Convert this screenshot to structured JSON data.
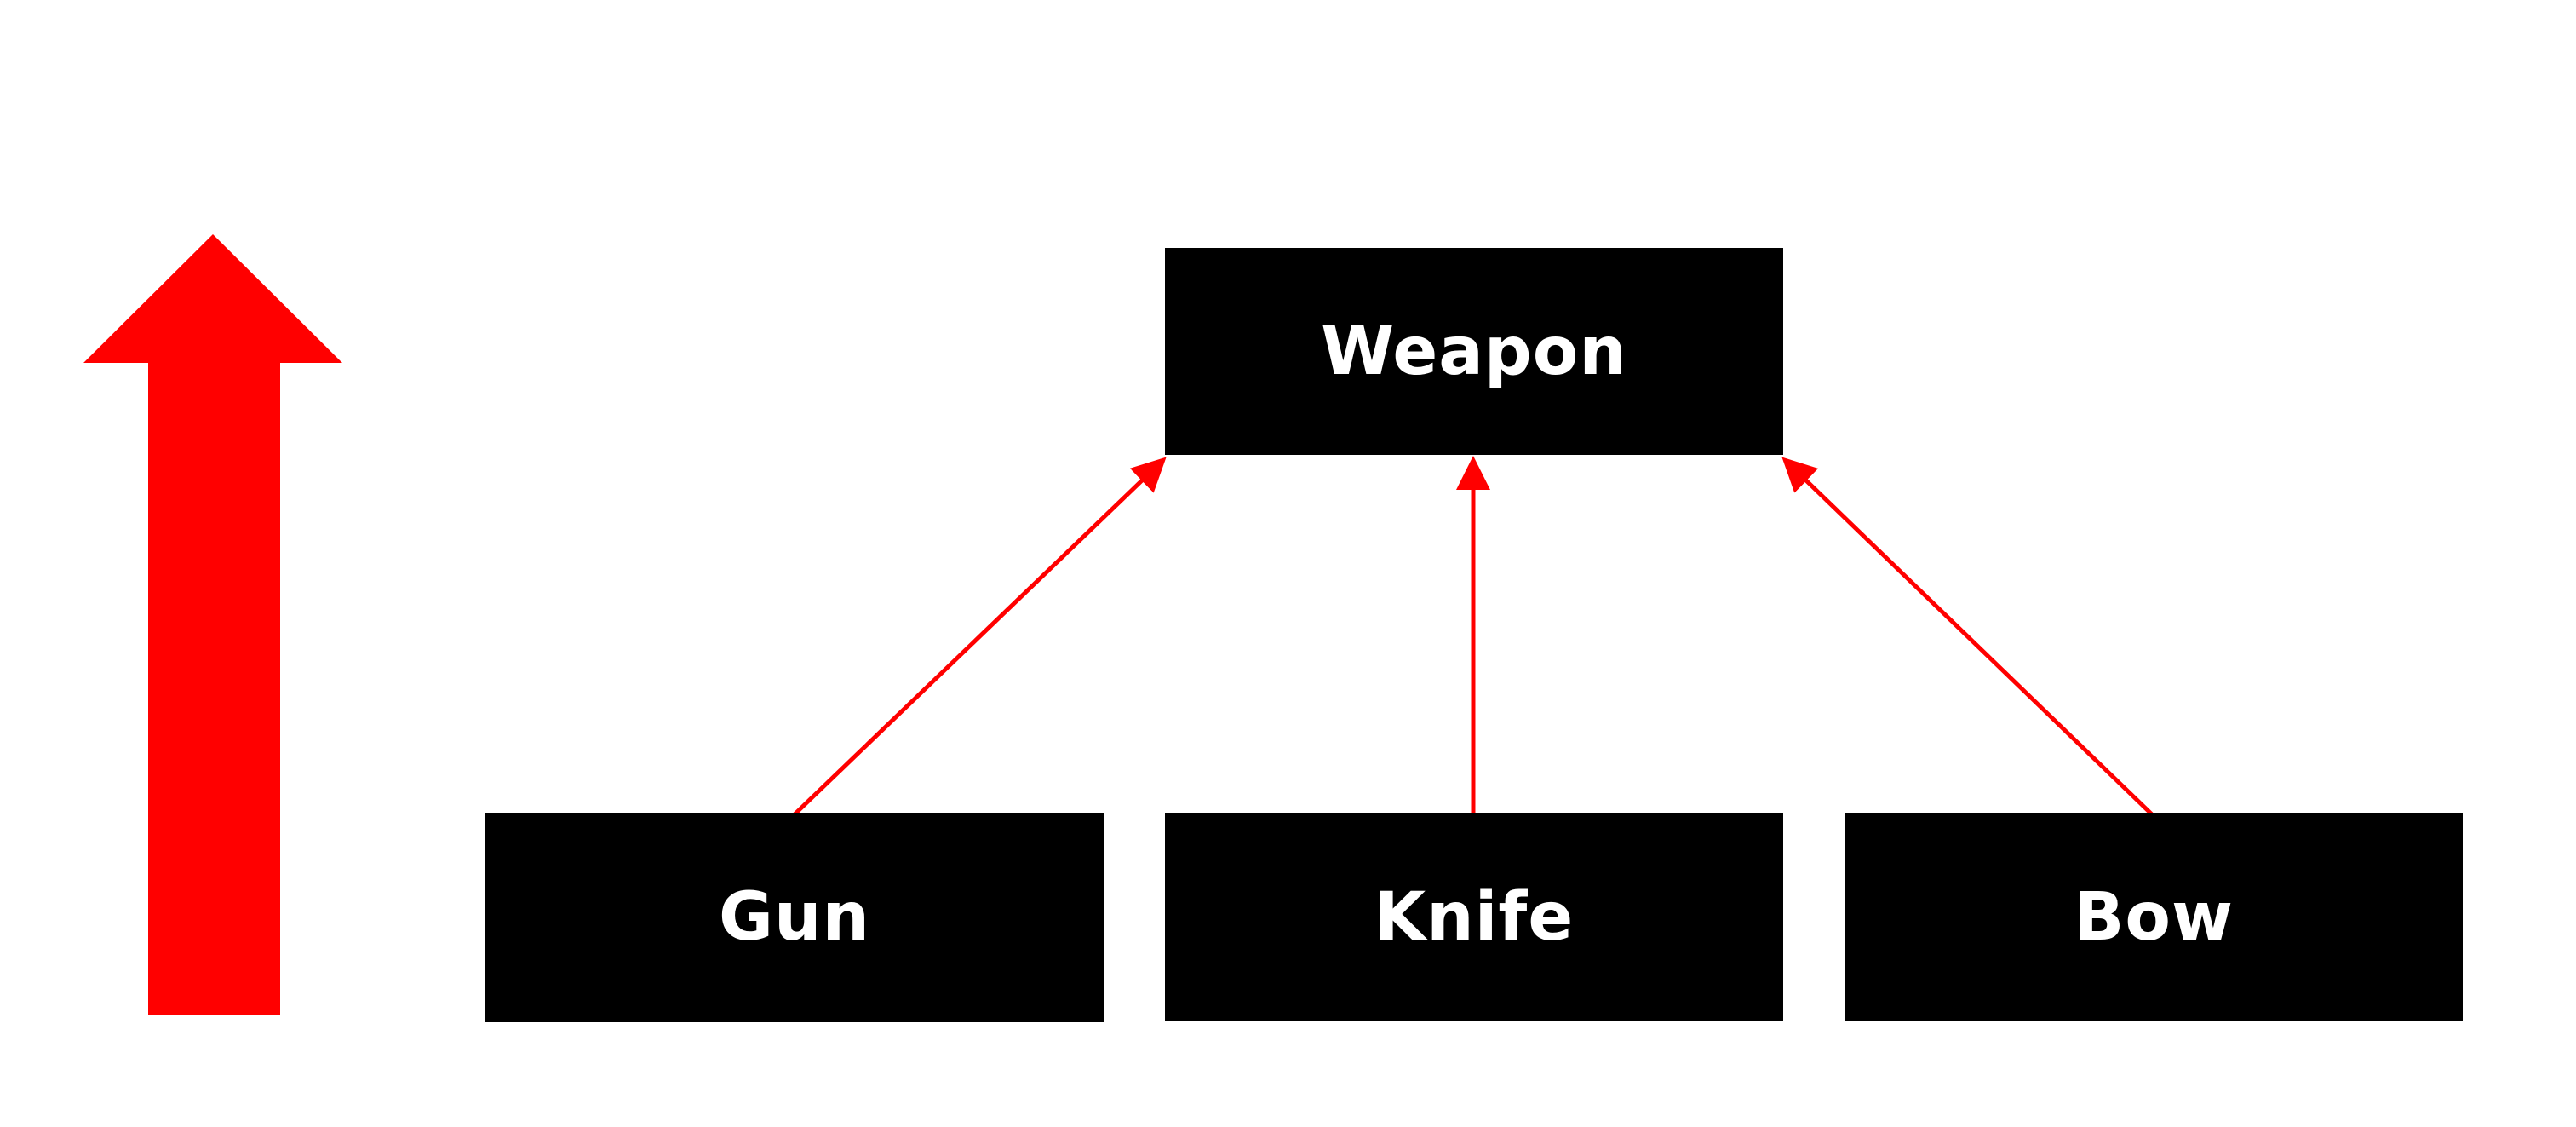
{
  "diagram": {
    "parent": {
      "label": "Weapon"
    },
    "children": [
      {
        "label": "Gun"
      },
      {
        "label": "Knife"
      },
      {
        "label": "Bow"
      }
    ],
    "edges": [
      {
        "from": "Gun",
        "to": "Weapon"
      },
      {
        "from": "Knife",
        "to": "Weapon"
      },
      {
        "from": "Bow",
        "to": "Weapon"
      }
    ],
    "side_arrow": {
      "direction": "up"
    },
    "colors": {
      "node_fill": "#000000",
      "node_text": "#ffffff",
      "arrow": "#ff0000",
      "background": "#ffffff"
    }
  }
}
